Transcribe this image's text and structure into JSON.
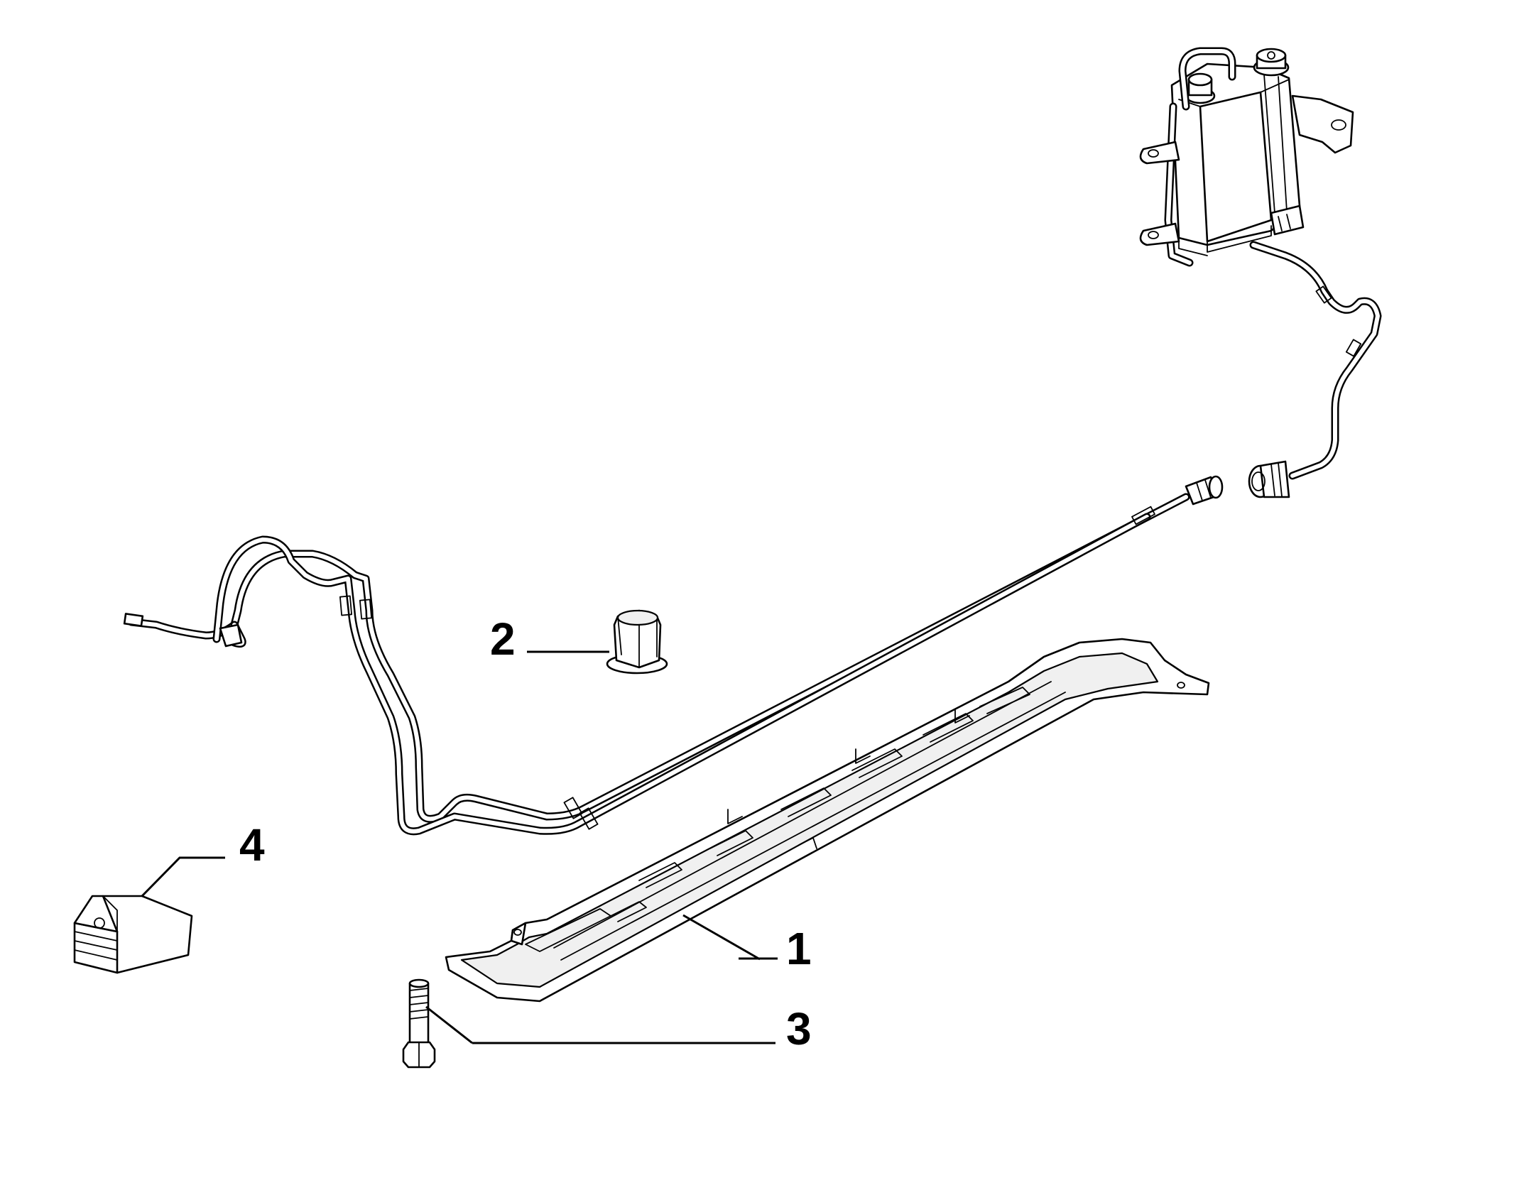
{
  "callouts": [
    {
      "id": "1",
      "label": "1",
      "part": "fuel-line-cover"
    },
    {
      "id": "2",
      "label": "2",
      "part": "nut"
    },
    {
      "id": "3",
      "label": "3",
      "part": "bolt"
    },
    {
      "id": "4",
      "label": "4",
      "part": "clip-bracket"
    }
  ],
  "colors": {
    "line": "#000000",
    "background": "#ffffff"
  }
}
